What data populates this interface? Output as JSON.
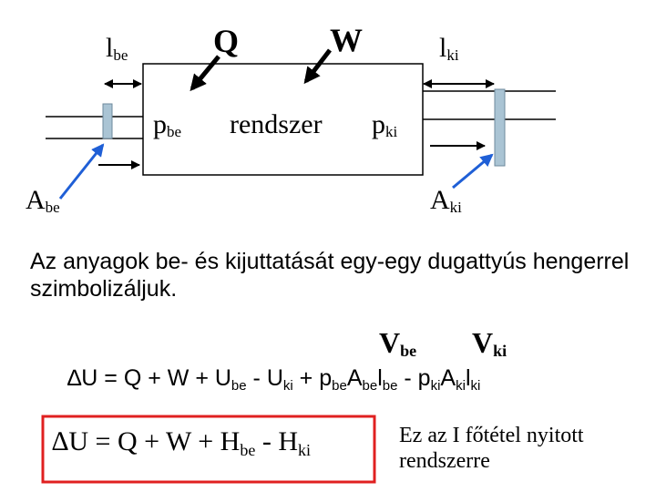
{
  "diagram": {
    "labels": {
      "l_be": {
        "main": "l",
        "sub": "be"
      },
      "Q": "Q",
      "W": "W",
      "l_ki": {
        "main": "l",
        "sub": "ki"
      },
      "p_be": {
        "main": "p",
        "sub": "be"
      },
      "system": "rendszer",
      "p_ki": {
        "main": "p",
        "sub": "ki"
      },
      "A_be": {
        "main": "A",
        "sub": "be"
      },
      "A_ki": {
        "main": "A",
        "sub": "ki"
      }
    }
  },
  "caption": "Az anyagok be- és kijuttatását egy-egy dugattyús hengerrel szimbolizáljuk.",
  "volumes": {
    "V_be": {
      "main": "V",
      "sub": "be"
    },
    "V_ki": {
      "main": "V",
      "sub": "ki"
    }
  },
  "equation1": {
    "p1": "∆U = Q + W + U",
    "s1": "be",
    "p2": " - U",
    "s2": "ki",
    "p3": " + p",
    "s3": "be",
    "p4": "A",
    "s4": "be",
    "p5": "l",
    "s5": "be",
    "p6": " - p",
    "s6": "ki",
    "p7": "A",
    "s7": "ki",
    "p8": "l",
    "s8": "ki"
  },
  "equation2": {
    "p1": "∆U = Q + W + H",
    "s1": "be",
    "p2": " - H",
    "s2": "ki"
  },
  "note": "Ez az I főtétel nyitott rendszerre",
  "colors": {
    "box_border": "#000000",
    "arrow_blue": "#1f5fd6",
    "piston": "#aac4d4",
    "highlight_border": "#e02020"
  }
}
